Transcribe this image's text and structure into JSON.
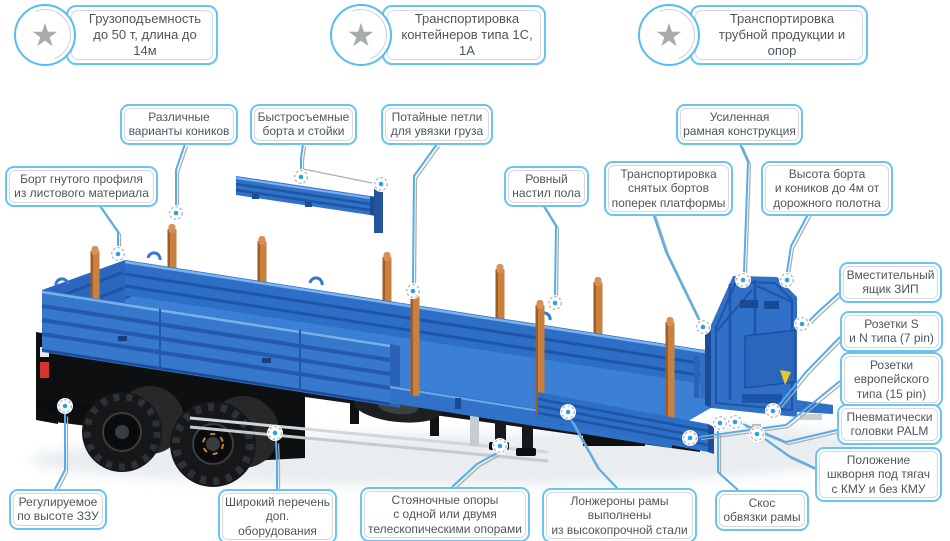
{
  "badges": [
    {
      "icon": "star",
      "label": "Грузоподъемность\nдо 50 т, длина до 14м"
    },
    {
      "icon": "star",
      "label": "Транспортировка\nконтейнеров типа 1С, 1А"
    },
    {
      "icon": "star",
      "label": "Транспортировка\nтрубной продукции и опор"
    }
  ],
  "callouts": [
    {
      "id": "konik-variants",
      "label": "Различные\nварианты коников"
    },
    {
      "id": "quick-release-sides",
      "label": "Быстросъемные\nборта и стойки"
    },
    {
      "id": "hidden-loops",
      "label": "Потайные петли\nдля увязки груза"
    },
    {
      "id": "reinforced-frame",
      "label": "Усиленная\nрамная конструкция"
    },
    {
      "id": "bent-profile-side",
      "label": "Борт гнутого профиля\nиз листового материала"
    },
    {
      "id": "flat-floor",
      "label": "Ровный\nнастил пола"
    },
    {
      "id": "sides-transport",
      "label": "Транспортировка\nснятых бортов\nпоперек платформы"
    },
    {
      "id": "height-4m",
      "label": "Высота борта\nи коников до 4м от\nдорожного полотна"
    },
    {
      "id": "zip-box",
      "label": "Вместительный\nящик ЗИП"
    },
    {
      "id": "sockets-sn",
      "label": "Розетки S\nи N типа (7 pin)"
    },
    {
      "id": "sockets-euro",
      "label": "Розетки\nевропейского\nтипа (15 pin)"
    },
    {
      "id": "palm-heads",
      "label": "Пневматически\nголовки PALM"
    },
    {
      "id": "kingpin-position",
      "label": "Положение\nшкворня под тягач\nс КМУ и без КМУ"
    },
    {
      "id": "frame-bevel",
      "label": "Скос\nобвязки рамы"
    },
    {
      "id": "frame-rails",
      "label": "Лонжероны рамы\nвыполнены\nиз высокопрочной стали"
    },
    {
      "id": "parking-supports",
      "label": "Стояночные опоры\nс одной или двумя\nтелескопическими опорами"
    },
    {
      "id": "extra-equipment",
      "label": "Широкий перечень\nдоп. оборудования"
    },
    {
      "id": "adjustable-zzu",
      "label": "Регулируемое\nпо высоте ЗЗУ"
    }
  ],
  "colors": {
    "callout_border": "#68c5f2",
    "badge_border": "#55bdf1",
    "leader_blue": "#54ade8",
    "leader_gray": "#a9aeb2",
    "hotspot_dot": "#2f9fe6",
    "trailer_blue": "#2e6fc6",
    "trailer_blue_dark": "#1e55a6",
    "trailer_blue_light": "#7db3ea",
    "stake_orange": "#c8813f",
    "star_gray": "#a6abae",
    "text": "#4e565c"
  }
}
